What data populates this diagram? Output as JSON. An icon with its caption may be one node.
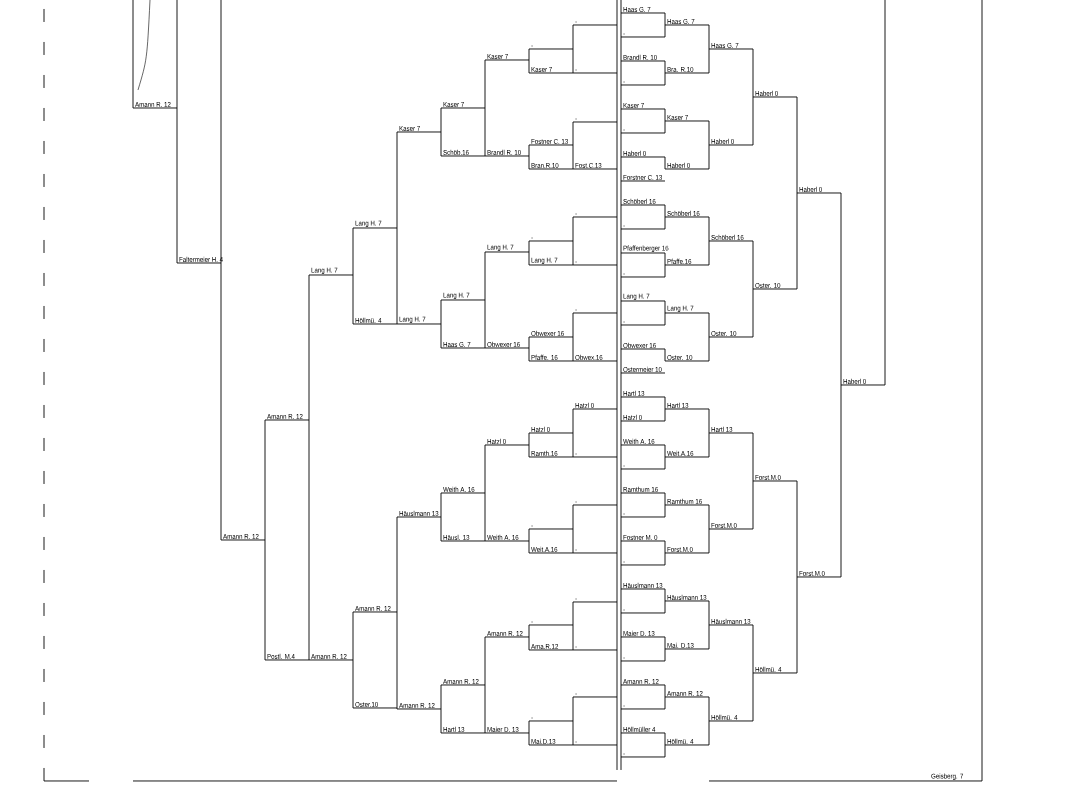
{
  "diagram": {
    "labels": [
      "Amann R. 12",
      "Faltermeier H. 4",
      "Amann R. 12",
      "Amann R. 12",
      "Postl. M.4",
      "Lang H. 7",
      "Amann R. 12",
      "Lang H. 7",
      "Höllmü. 4",
      "Amann R. 12",
      "Oster.10",
      "Kaser 7",
      "Lang H. 7",
      "Häuslmann 13",
      "Amann R. 12",
      "Kaser 7",
      "Schöb.16",
      "Lang H. 7",
      "Haas G. 7",
      "Weith A. 16",
      "Häusl. 13",
      "Amann R. 12",
      "Hartl 13",
      "Kaser 7",
      "Brandl R. 10",
      "Lang H. 7",
      "Obwexer 16",
      "Hatzl 0",
      "Weith A. 16",
      "Amann R. 12",
      "Maier D. 13",
      "-",
      "Kaser 7",
      "Fostner C. 13",
      "Bran.R.10",
      "-",
      "Lang H. 7",
      "Obwexer 16",
      "Pfaffe. 16",
      "Hatzl 0",
      "Ramth.16",
      "-",
      "Weit.A.16",
      "-",
      "Ama.R.12",
      "-",
      "Mai.D.13",
      "-",
      "-",
      "-",
      "Fost.C.13",
      "-",
      "-",
      "-",
      "Obwex.16",
      "Hatzl 0",
      "-",
      "-",
      "-",
      "-",
      "-",
      "-",
      "-",
      "Haas G. 7",
      "-",
      "Brandl R. 10",
      "-",
      "Kaser 7",
      "-",
      "Haberl 0",
      "Forstner C. 13",
      "Schöberl 16",
      "-",
      "Pfaffenberger 16",
      "-",
      "Lang H. 7",
      "-",
      "Obwexer 16",
      "Ostermeier 10",
      "Hartl 13",
      "Hatzl 0",
      "Weith A. 16",
      "-",
      "Ramthum 16",
      "-",
      "Fostner M. 0",
      "-",
      "Häuslmann 13",
      "-",
      "Maier D. 13",
      "-",
      "Amann R. 12",
      "-",
      "Höllmüller 4",
      "-",
      "Haas G. 7",
      "Bra. R.10",
      "Kaser 7",
      "Haberl 0",
      "Schöberl 16",
      "Pfaffe.16",
      "Lang H. 7",
      "Oster. 10",
      "Hartl 13",
      "Weit.A.16",
      "Ramthum 16",
      "Forst.M.0",
      "Häuslmann 13",
      "Mai. D.13",
      "Amann R. 12",
      "Höllmü. 4",
      "Haas G. 7",
      "Haberl 0",
      "Schöberl 16",
      "Oster. 10",
      "Hartl 13",
      "Forst.M.0",
      "Häuslmann 13",
      "Höllmü. 4",
      "Haberl 0",
      "Oster. 10",
      "Forst.M.0",
      "Höllmü. 4",
      "Haberl 0",
      "Forst.M.0",
      "Haberl 0",
      "Geisberg. 7"
    ]
  }
}
